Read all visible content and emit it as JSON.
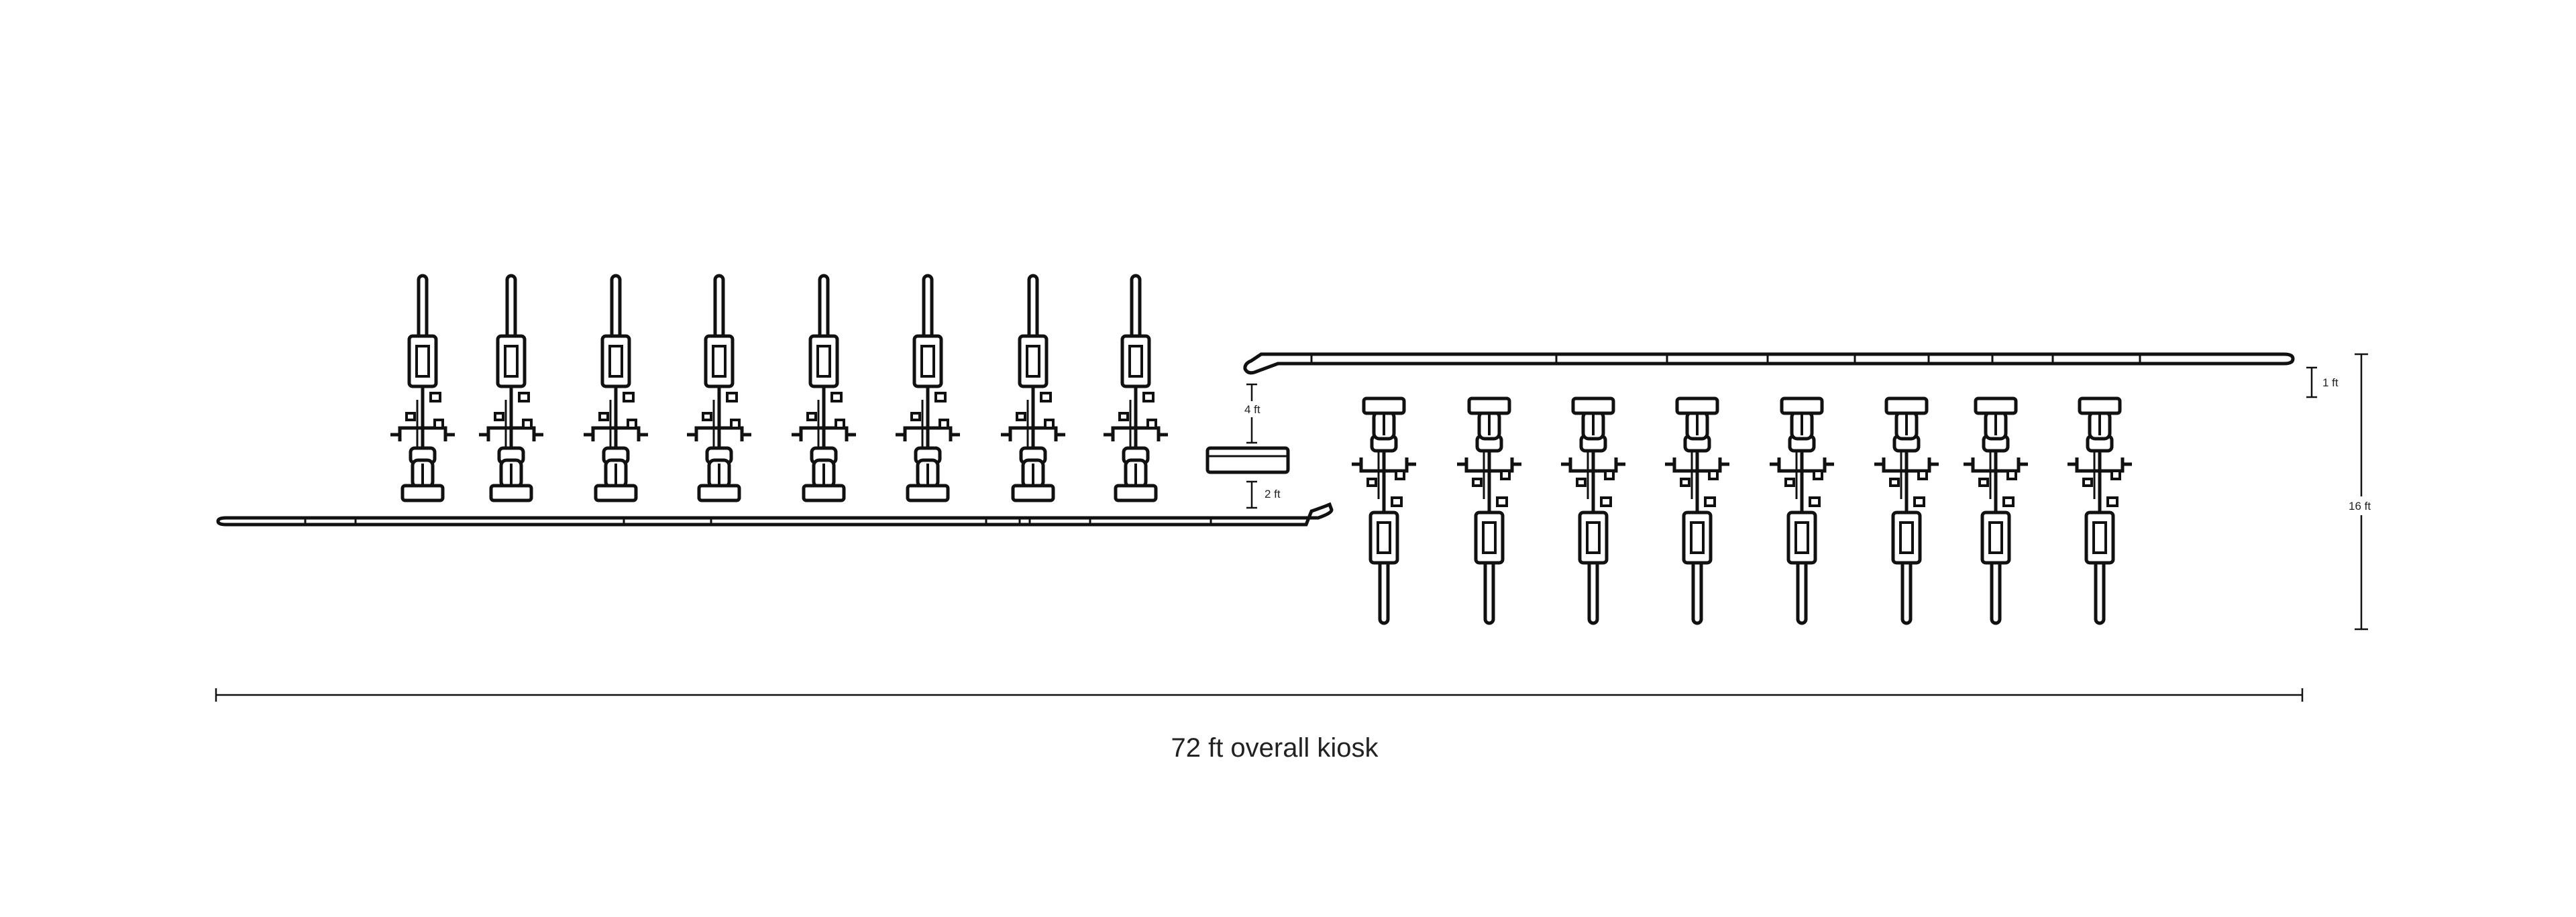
{
  "dimensions": {
    "overall": "72 ft overall kiosk",
    "depth": "16 ft",
    "rail_offset": "1 ft",
    "dock_spacing": "4 ft",
    "terminal_offset": "2 ft"
  },
  "kiosk": {
    "upper_row_bikes": 8,
    "lower_row_bikes": 8,
    "payment_terminal": "payment-terminal"
  },
  "colors": {
    "stroke": "#111111",
    "fill": "#ffffff",
    "text": "#222222"
  }
}
